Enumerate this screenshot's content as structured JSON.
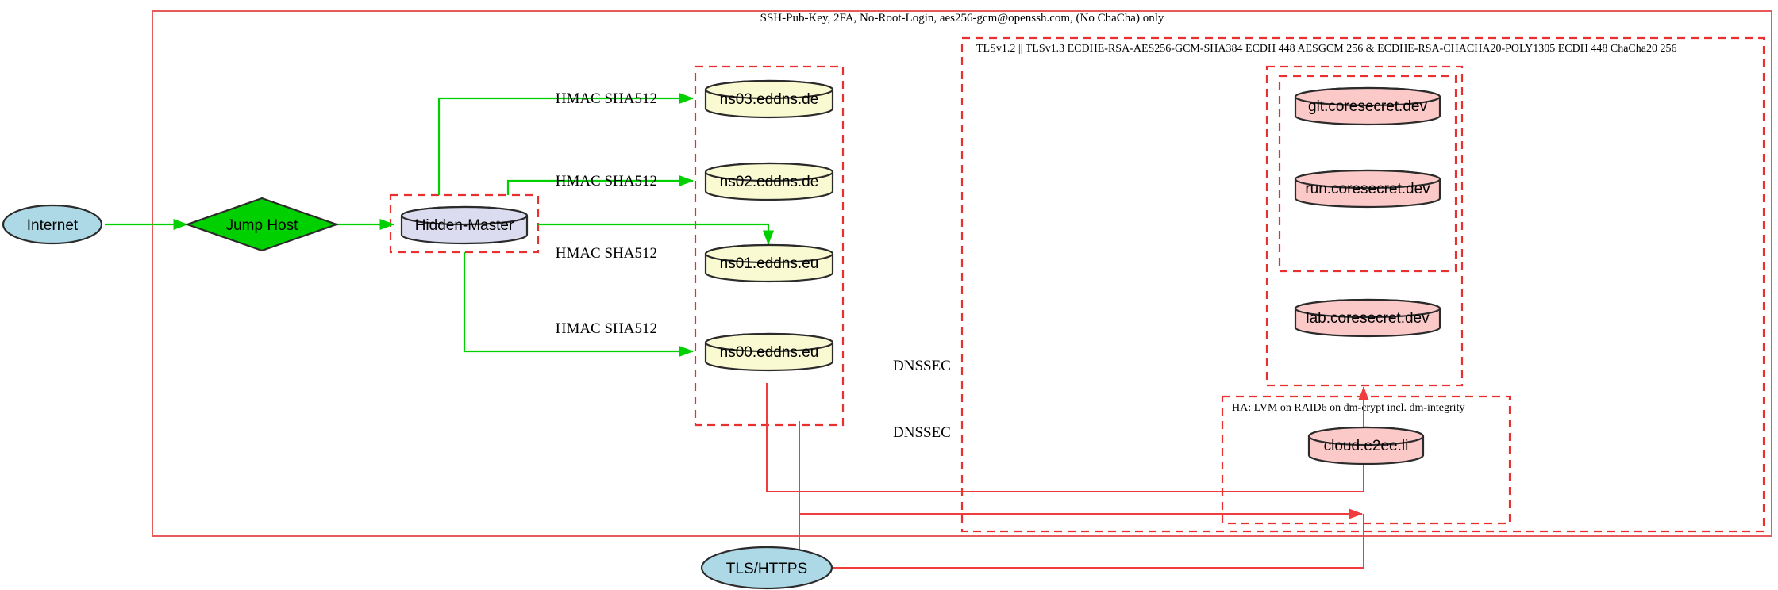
{
  "diagram": {
    "title_labels": {
      "ssh_policy": "SSH-Pub-Key, 2FA, No-Root-Login, aes256-gcm@openssh.com, (No ChaCha) only",
      "tls_policy": "TLSv1.2 || TLSv1.3 ECDHE-RSA-AES256-GCM-SHA384 ECDH 448 AESGCM 256 & ECDHE-RSA-CHACHA20-POLY1305 ECDH 448 ChaCha20 256",
      "ha_policy": "HA: LVM on RAID6 on dm-crypt incl. dm-integrity"
    },
    "nodes": {
      "internet": "Internet",
      "jump_host": "Jump Host",
      "hidden_master": "Hidden-Master",
      "tls_https": "TLS/HTTPS",
      "ns03": "ns03.eddns.de",
      "ns02": "ns02.eddns.de",
      "ns01": "ns01.eddns.eu",
      "ns00": "ns00.eddns.eu",
      "git": "git.coresecret.dev",
      "run": "run.coresecret.dev",
      "lab": "lab.coresecret.dev",
      "cloud": "cloud.e2ee.li"
    },
    "edge_labels": {
      "hmac1": "HMAC SHA512",
      "hmac2": "HMAC SHA512",
      "hmac3": "HMAC SHA512",
      "hmac4": "HMAC SHA512",
      "dnssec1": "DNSSEC",
      "dnssec2": "DNSSEC"
    },
    "colors": {
      "cluster_border": "#e8312f",
      "green_edge": "#00d000",
      "red_edge": "#f03c3c",
      "internet_fill": "#add8e6",
      "jump_host_fill": "#00d000",
      "hidden_master_fill": "#dcdcf0",
      "dns_fill": "#fafad2",
      "service_fill": "#fcc9c9",
      "shape_stroke": "#2b2b2b"
    }
  }
}
